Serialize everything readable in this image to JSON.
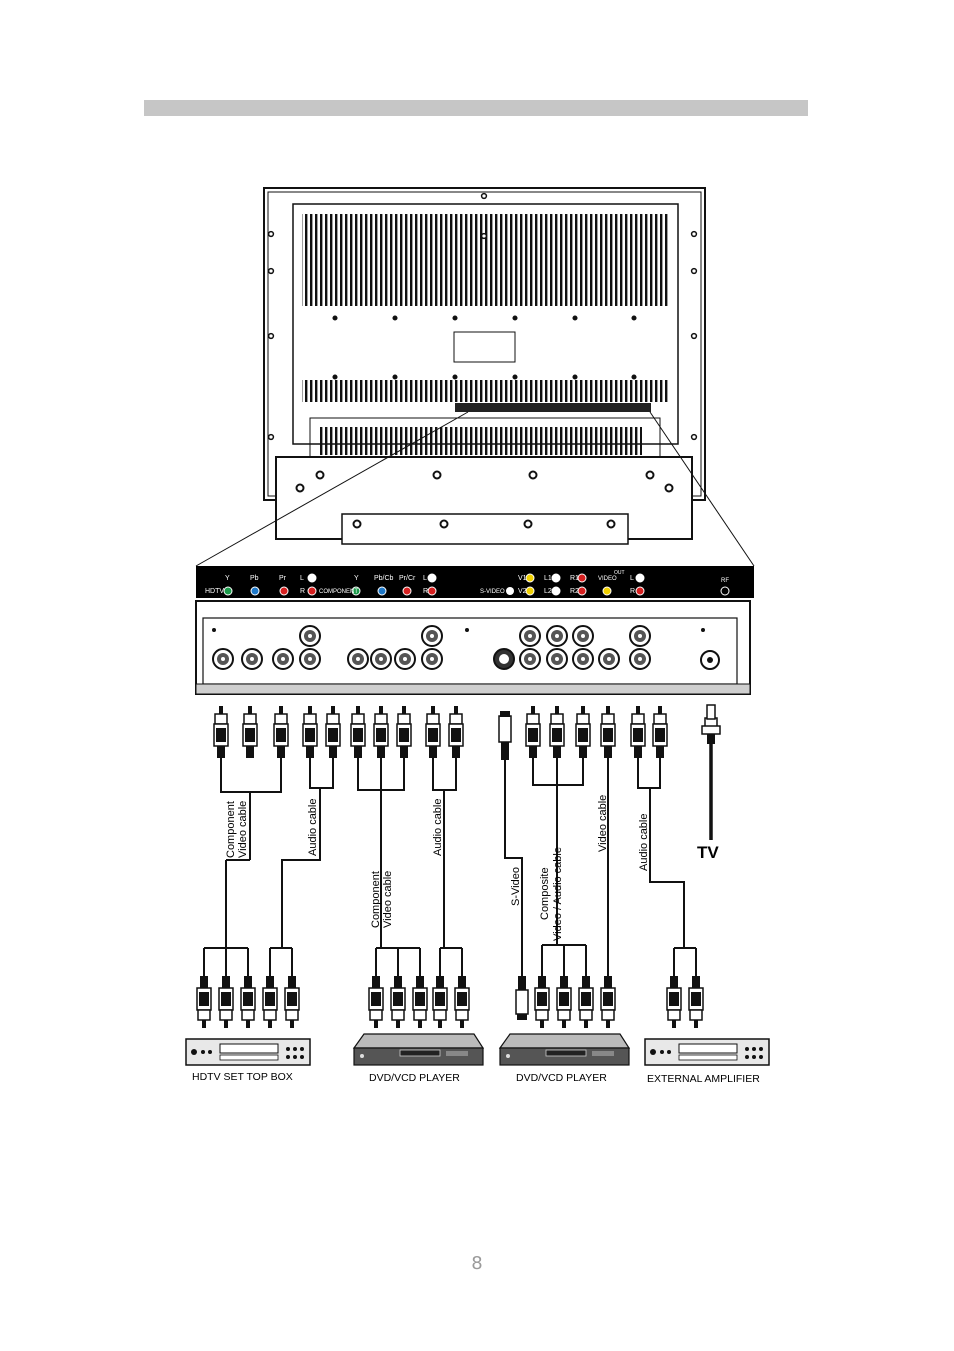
{
  "page_number": "8",
  "panel": {
    "top_row": {
      "y": "Y",
      "pb": "Pb",
      "pr": "Pr",
      "l1": "L",
      "y2": "Y",
      "pbcb": "Pb/Cb",
      "prcr": "Pr/Cr",
      "l2": "L",
      "v1": "V1",
      "l1in": "L1",
      "r1": "R1",
      "video": "VIDEO",
      "out": "OUT",
      "lout": "L",
      "rf": "RF"
    },
    "bottom_row": {
      "hdtv": "HDTV",
      "r1": "R",
      "component": "COMPONENT",
      "r2": "R",
      "svideo": "S-VIDEO",
      "v2": "V2",
      "l2in": "L2",
      "r2in": "R2",
      "rout": "R"
    }
  },
  "cables": {
    "component1": [
      "Component",
      "Video cable"
    ],
    "audio1": "Audio cable",
    "component2": [
      "Component",
      "Video cable"
    ],
    "audio2": "Audio cable",
    "svideo": "S-Video",
    "composite": [
      "Composite",
      "Video / Audio cable"
    ],
    "video": "Video cable",
    "audio3": "Audio cable",
    "tv": "TV"
  },
  "devices": [
    "HDTV SET TOP BOX",
    "DVD/VCD PLAYER",
    "DVD/VCD PLAYER",
    "EXTERNAL AMPLIFIER"
  ],
  "colors": {
    "green": "#1a9a4a",
    "blue": "#1e78c8",
    "red": "#d62020",
    "yellow": "#f0d000",
    "white": "#ffffff"
  }
}
